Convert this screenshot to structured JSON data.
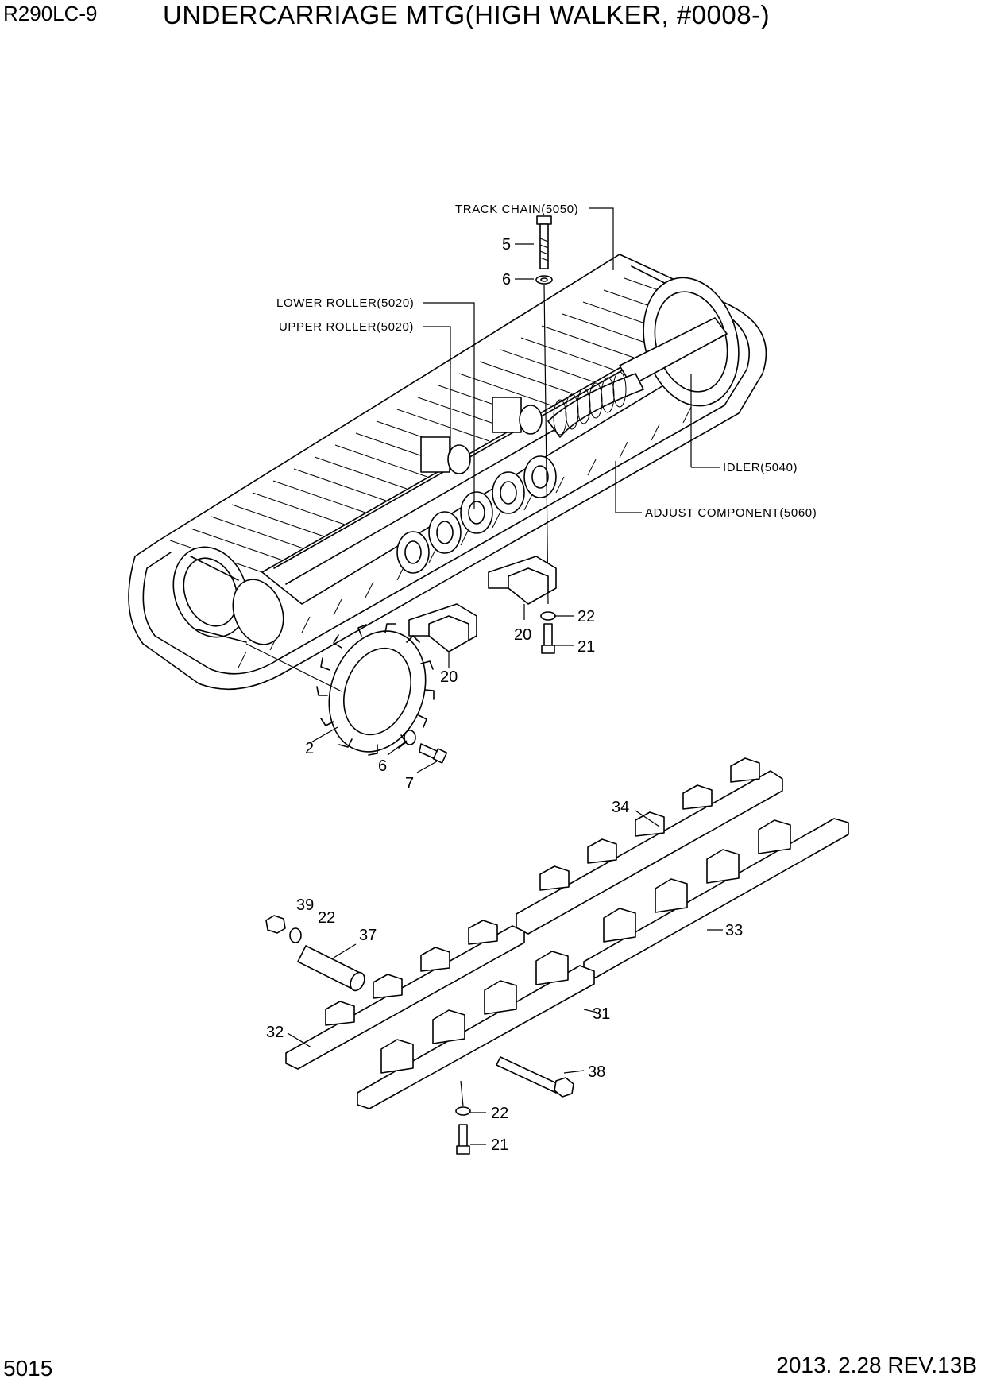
{
  "header": {
    "model": "R290LC-9",
    "title": "UNDERCARRIAGE MTG(HIGH WALKER, #0008-)"
  },
  "footer": {
    "page_number": "5015",
    "revision": "2013. 2.28  REV.13B"
  },
  "callouts": {
    "track_chain": "TRACK CHAIN(5050)",
    "lower_roller": "LOWER ROLLER(5020)",
    "upper_roller": "UPPER ROLLER(5020)",
    "idler": "IDLER(5040)",
    "adjust_component": "ADJUST COMPONENT(5060)"
  },
  "parts": {
    "p5": "5",
    "p6_top": "6",
    "p22_a": "22",
    "p21_a": "21",
    "p20_a": "20",
    "p20_b": "20",
    "p2": "2",
    "p6_b": "6",
    "p7": "7",
    "p34": "34",
    "p39": "39",
    "p22_b": "22",
    "p37": "37",
    "p33": "33",
    "p31": "31",
    "p32": "32",
    "p38": "38",
    "p22_c": "22",
    "p21_c": "21"
  }
}
